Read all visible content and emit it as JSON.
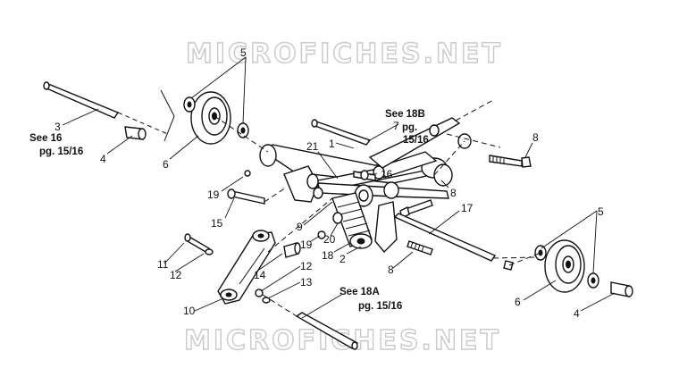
{
  "watermark": "MICROFICHES.NET",
  "callouts": {
    "c5_top": "5",
    "c3": "3",
    "c4_left": "4",
    "c6_left": "6",
    "c7": "7",
    "c8_top": "8",
    "c21": "21",
    "c1": "1",
    "c16": "16",
    "c8_mid": "8",
    "c19_left": "19",
    "c15": "15",
    "c9": "9",
    "c17": "17",
    "c19_mid": "19",
    "c20": "20",
    "c18": "18",
    "c2": "2",
    "c5_right": "5",
    "c11": "11",
    "c12_left": "12",
    "c14": "14",
    "c12_mid": "12",
    "c8_low": "8",
    "c13": "13",
    "c10": "10",
    "c6_right": "6",
    "c4_right": "4"
  },
  "references": {
    "see16_line1": "See 16",
    "see16_line2": "pg. 15/16",
    "see18b_line1": "See 18B",
    "see18b_line2": "pg.",
    "see18b_line3": "15/16",
    "see18a_line1": "See 18A",
    "see18a_line2": "pg. 15/16"
  }
}
